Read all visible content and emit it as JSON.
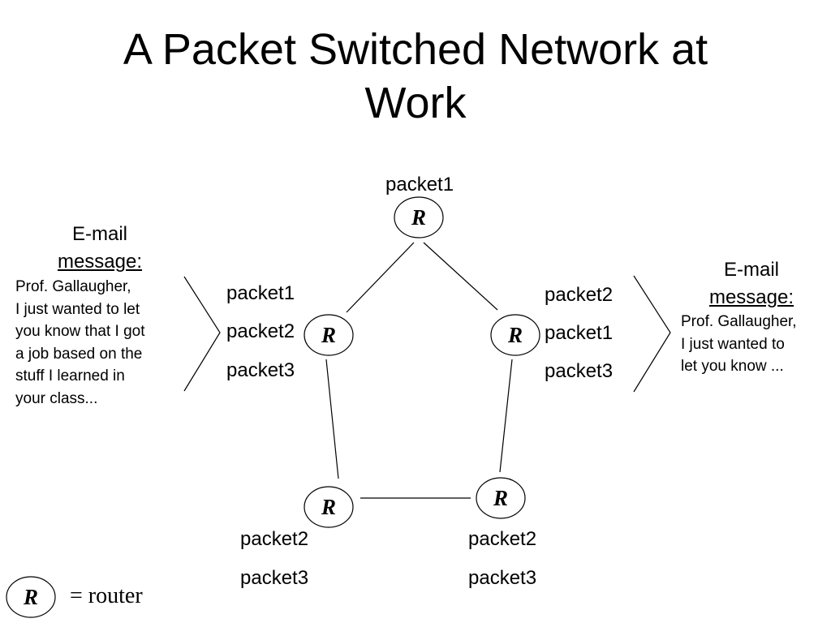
{
  "title": {
    "line1": "A Packet Switched Network at",
    "line2": "Work"
  },
  "routers": {
    "top": "R",
    "mid_left": "R",
    "mid_right": "R",
    "bottom_left": "R",
    "bottom_right": "R",
    "legend": "R"
  },
  "packets": {
    "top": [
      "packet1"
    ],
    "mid_left": [
      "packet1",
      "packet2",
      "packet3"
    ],
    "mid_right": [
      "packet2",
      "packet1",
      "packet3"
    ],
    "bottom_left": [
      "packet2",
      "packet3"
    ],
    "bottom_right": [
      "packet2",
      "packet3"
    ]
  },
  "email_left": {
    "head_line1": "E-mail",
    "head_line2": "message:",
    "body": [
      "Prof. Gallaugher,",
      "I just wanted to let",
      "you know that I got",
      "a job based on the",
      "stuff I learned in",
      "your class..."
    ]
  },
  "email_right": {
    "head_line1": "E-mail",
    "head_line2": "message:",
    "body": [
      "Prof. Gallaugher,",
      "I just wanted to",
      "let you know ..."
    ]
  },
  "legend": {
    "equals_text": "= router"
  }
}
